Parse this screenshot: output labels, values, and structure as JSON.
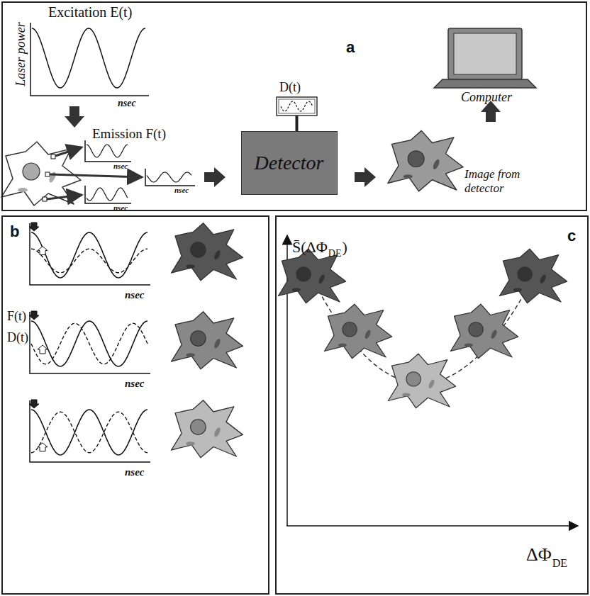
{
  "diagram": {
    "nodes": [
      {
        "text": [
          "a"
        ]
      },
      {
        "text": [
          "D(t)"
        ],
        "in": 0
      },
      {
        "text": [
          "Detector"
        ],
        "in": 0
      },
      {
        "text": [
          "b"
        ]
      },
      {
        "text": [
          "c"
        ]
      }
    ],
    "edges": [
      {
        "from": 1,
        "to": 2,
        "arrow": "none"
      }
    ],
    "labels": [
      "Excitation E(t)",
      "Laser power",
      "nsec",
      "Emission F(t)",
      "nsec",
      "nsec",
      "nsec",
      "Computer",
      "Image from detector",
      "F(t)",
      "D(t)",
      "nsec",
      "nsec",
      "nsec",
      "S̄(ΔΦ",
      "DE",
      ")",
      "ΔΦ",
      "DE"
    ]
  }
}
